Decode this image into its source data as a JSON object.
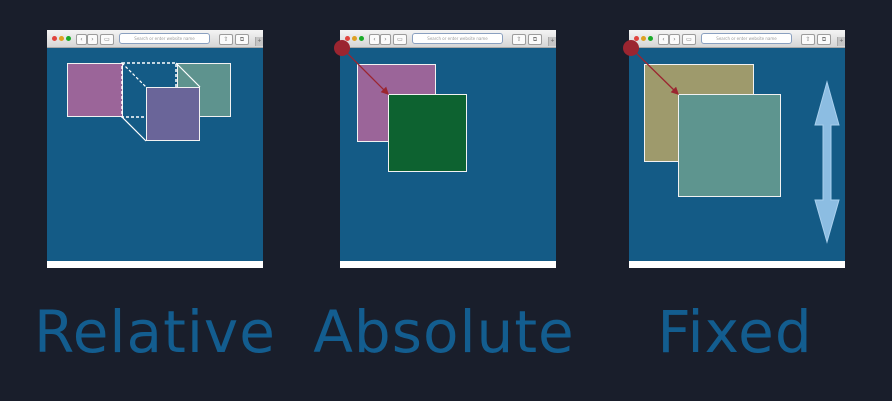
{
  "browser": {
    "address_placeholder": "Search or enter website name",
    "nav_glyphs": [
      "‹",
      "›",
      "▭"
    ],
    "action_glyphs": [
      "⇧",
      "⧉"
    ],
    "scroll_glyph": "+"
  },
  "panels": [
    {
      "label": "Relative",
      "description_colors": {
        "original_box": "#9b6599",
        "moved_box": "#6a6599",
        "sibling_box": "#5e938e"
      }
    },
    {
      "label": "Absolute",
      "description_colors": {
        "child_box": "#9b6599",
        "positioned_box": "#0d6230",
        "origin_marker": "#9b2530",
        "offset_arrow": "#9b2530"
      }
    },
    {
      "label": "Fixed",
      "description_colors": {
        "back_box": "#9e9a6c",
        "fixed_box": "#5e958f",
        "origin_marker": "#9b2530",
        "scroll_arrow": "#8cbde2"
      }
    }
  ],
  "colors": {
    "background": "#191e2b",
    "browser_viewport": "#145b86",
    "label_text": "#135d8f",
    "box_border": "#f2f2f2"
  }
}
